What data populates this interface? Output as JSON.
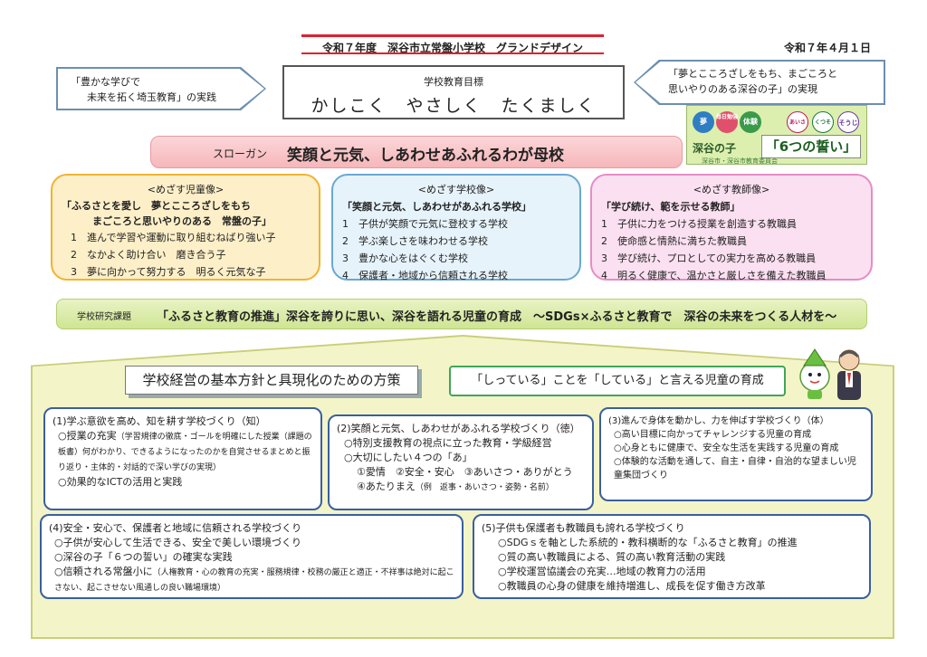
{
  "header": {
    "title": "令和７年度　深谷市立常盤小学校　グランドデザイン",
    "date": "令和７年４月１日"
  },
  "arrows": {
    "left_line1": "「豊かな学びで",
    "left_line2": "未来を拓く埼玉教育」の実践",
    "right_line1": "「夢とこころざしをもち、まごころと",
    "right_line2": "思いやりのある深谷の子」の実現"
  },
  "goal": {
    "label": "学校教育目標",
    "main": "かしこく　やさしく　たくましく"
  },
  "vows": {
    "badges": [
      "夢",
      "毎日勉強",
      "体験",
      "あいさつ",
      "くつそろえ",
      "そうじ"
    ],
    "prefix": "深谷の子",
    "main": "「6つの誓い」",
    "sub": "深谷市・深谷市教育委員会"
  },
  "slogan": {
    "label": "スローガン",
    "main": "笑顔と元気、しあわせあふれるわが母校"
  },
  "ideals": {
    "child": {
      "title": "<めざす児童像>",
      "motto1": "「ふるさとを愛し　夢とこころざしをもち",
      "motto2": "まごころと思いやりのある　常盤の子」",
      "items": [
        {
          "num": "1",
          "text": "進んで学習や運動に取り組むねばり強い子"
        },
        {
          "num": "2",
          "text": "なかよく助け合い　磨き合う子"
        },
        {
          "num": "3",
          "text": "夢に向かって努力する　明るく元気な子"
        }
      ]
    },
    "school": {
      "title": "<めざす学校像>",
      "motto": "「笑顔と元気、しあわせがあふれる学校」",
      "items": [
        {
          "num": "1",
          "text": "子供が笑顔で元気に登校する学校"
        },
        {
          "num": "2",
          "text": "学ぶ楽しさを味わわせる学校"
        },
        {
          "num": "3",
          "text": "豊かな心をはぐくむ学校"
        },
        {
          "num": "4",
          "text": "保護者・地域から信頼される学校"
        }
      ]
    },
    "teacher": {
      "title": "<めざす教師像>",
      "motto": "「学び続け、範を示せる教師」",
      "items": [
        {
          "num": "1",
          "text": "子供に力をつける授業を創造する教職員"
        },
        {
          "num": "2",
          "text": "使命感と情熱に満ちた教職員"
        },
        {
          "num": "3",
          "text": "学び続け、プロとしての実力を高める教職員"
        },
        {
          "num": "4",
          "text": "明るく健康で、温かさと厳しさを備えた教職員"
        }
      ]
    }
  },
  "research": {
    "label": "学校研究課題",
    "main": "「ふるさと教育の推進」深谷を誇りに思い、深谷を語れる児童の育成　～SDGs×ふるさと教育で　深谷の未来をつくる人材を～"
  },
  "management": {
    "title": "学校経営の基本方針と具現化のための方策",
    "goal": "「しっている」ことを「している」と言える児童の育成"
  },
  "policies": {
    "p1": {
      "head": "(1)学ぶ意欲を高め、知を耕す学校づくり（知）",
      "item1_main": "○授業の充実",
      "item1_detail": "（学習規律の徹底・ゴールを明確にした授業（課題の板書）何がわかり、できるようになったのかを自覚させるまとめと振り返り・主体的・対話的で深い学びの実現）",
      "item2": "○効果的なICTの活用と実践"
    },
    "p2": {
      "head": "(2)笑顔と元気、しあわせがあふれる学校づくり（徳）",
      "item1": "○特別支援教育の視点に立った教育・学級経営",
      "item2": "○大切にしたい４つの「あ」",
      "item3": "①愛情　②安全・安心　③あいさつ・ありがとう",
      "item4_main": "④あたりまえ",
      "item4_detail": "（例　返事・あいさつ・姿勢・名前）"
    },
    "p3": {
      "head": "(3)進んで身体を動かし、力を伸ばす学校づくり（体）",
      "item1": "○高い目標に向かってチャレンジする児童の育成",
      "item2": "○心身ともに健康で、安全な生活を実践する児童の育成",
      "item3": "○体験的な活動を通して、自主・自律・自治的な望ましい児童集団づくり"
    },
    "p4": {
      "head": "(4)安全・安心で、保護者と地域に信頼される学校づくり",
      "item1": "○子供が安心して生活できる、安全で美しい環境づくり",
      "item2": "○深谷の子「６つの誓い」の確実な実践",
      "item3_main": "○信頼される常盤小に",
      "item3_detail": "（人権教育・心の教育の充実・服務規律・校務の厳正と適正・不祥事は絶対に起こさない、起こさせない風通しの良い職場環境）"
    },
    "p5": {
      "head": "(5)子供も保護者も教職員も誇れる学校づくり",
      "item1": "○SDGｓを軸とした系統的・教科横断的な「ふるさと教育」の推進",
      "item2": "○質の高い教職員による、質の高い教育活動の実践",
      "item3": "○学校運営協議会の充実…地域の教育力の活用",
      "item4": "○教職員の心身の健康を維持増進し、成長を促す働き方改革"
    }
  },
  "colors": {
    "accent_red": "#e0202c",
    "child_border": "#f0b330",
    "school_border": "#6aa8d4",
    "teacher_border": "#e58cc6",
    "policy_border": "#3a5fa0"
  }
}
